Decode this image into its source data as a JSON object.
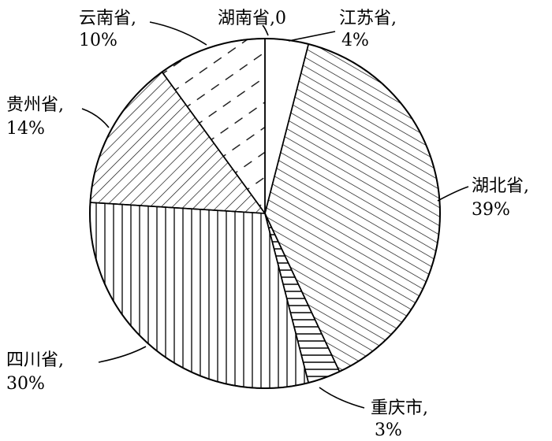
{
  "chart_data": {
    "type": "pie",
    "title": "",
    "start": "top",
    "direction": "clockwise",
    "slices": [
      {
        "name": "湖南省",
        "value": 0,
        "label_line1": "湖南省,0",
        "label_line2": "",
        "pattern": "none"
      },
      {
        "name": "江苏省",
        "value": 4,
        "label_line1": "江苏省,",
        "label_line2": "4%",
        "pattern": "none"
      },
      {
        "name": "湖北省",
        "value": 39,
        "label_line1": "湖北省,",
        "label_line2": "39%",
        "pattern": "diagonal-fine"
      },
      {
        "name": "重庆市",
        "value": 3,
        "label_line1": "重庆市,",
        "label_line2": "3%",
        "pattern": "horizontal"
      },
      {
        "name": "四川省",
        "value": 30,
        "label_line1": "四川省,",
        "label_line2": "30%",
        "pattern": "vertical"
      },
      {
        "name": "贵州省",
        "value": 14,
        "label_line1": "贵州省,",
        "label_line2": "14%",
        "pattern": "diagonal"
      },
      {
        "name": "云南省",
        "value": 10,
        "label_line1": "云南省,",
        "label_line2": "10%",
        "pattern": "dashed-diagonal"
      }
    ],
    "legend": "none",
    "colors": {
      "stroke": "#000000",
      "background": "#ffffff"
    }
  }
}
